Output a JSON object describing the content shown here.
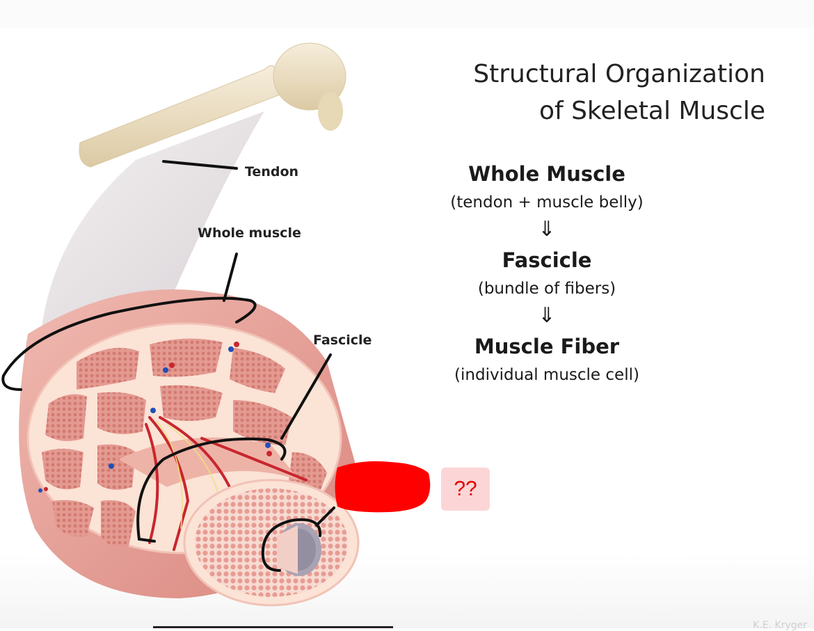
{
  "title": {
    "line1": "Structural Organization",
    "line2": "of Skeletal Muscle"
  },
  "hierarchy": [
    {
      "name": "Whole Muscle",
      "description": "(tendon + muscle belly)"
    },
    {
      "name": "Fascicle",
      "description": "(bundle of fibers)"
    },
    {
      "name": "Muscle Fiber",
      "description": "(individual muscle cell)"
    }
  ],
  "arrow_symbol": "⇓",
  "labels": {
    "tendon": "Tendon",
    "whole_muscle": "Whole muscle",
    "fascicle": "Fascicle",
    "unknown_marker": "??"
  },
  "credit": "K.E. Kryger",
  "colors": {
    "bone": "#efe3c6",
    "muscle": "#e7a49b",
    "perimysium": "#fbe3d6",
    "vessel": "#c8262e",
    "vein": "#2050b8",
    "redaction": "#ff0000"
  }
}
